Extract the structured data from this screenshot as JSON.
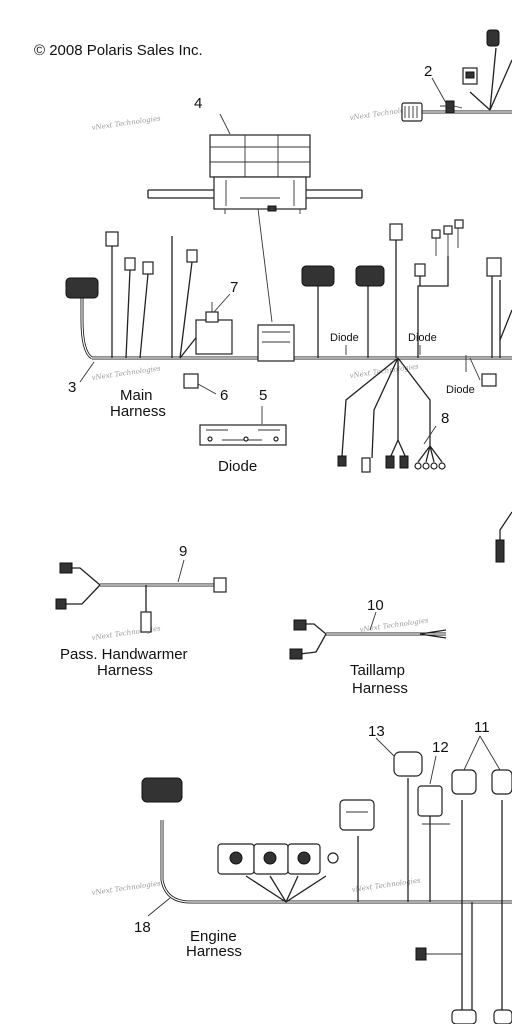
{
  "copyright": "© 2008 Polaris Sales Inc.",
  "watermark": "vNext Technologies",
  "callouts": [
    "2",
    "4",
    "7",
    "3",
    "6",
    "5",
    "8",
    "9",
    "10",
    "13",
    "12",
    "11",
    "18"
  ],
  "captions": {
    "main_harness": [
      "Main",
      "Harness"
    ],
    "diode_part": "Diode",
    "pass_handwarmer": [
      "Pass. Handwarmer",
      "Harness"
    ],
    "taillamp": [
      "Taillamp",
      "Harness"
    ],
    "engine": [
      "Engine",
      "Harness"
    ]
  },
  "inline_labels": [
    "Diode",
    "Diode",
    "Diode"
  ]
}
